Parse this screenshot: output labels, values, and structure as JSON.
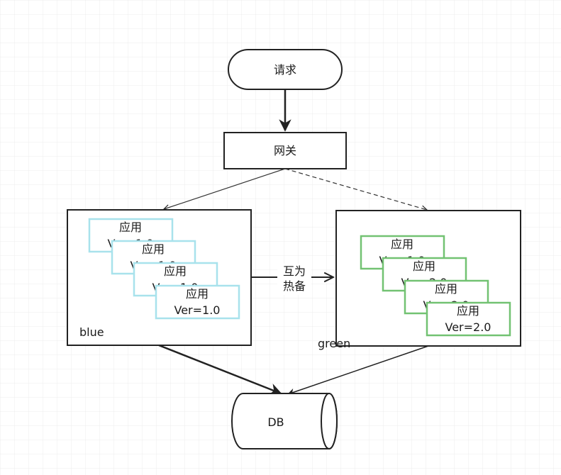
{
  "diagram": {
    "request_label": "请求",
    "gateway_label": "网关",
    "db_label": "DB",
    "mutual_line1": "互为",
    "mutual_line2": "热备",
    "blue": {
      "label": "blue",
      "cards": [
        {
          "title": "应用",
          "version": "Ver=1.0"
        },
        {
          "title": "应用",
          "version": "Ver=1.0"
        },
        {
          "title": "应用",
          "version": "Ver=1.0"
        },
        {
          "title": "应用",
          "version": "Ver=1.0"
        }
      ]
    },
    "green": {
      "label": "green",
      "cards": [
        {
          "title": "应用",
          "version": "Ver=1.0"
        },
        {
          "title": "应用",
          "version": "Ver=2.0"
        },
        {
          "title": "应用",
          "version": "Ver=2.0"
        },
        {
          "title": "应用",
          "version": "Ver=2.0"
        }
      ]
    },
    "colors": {
      "blue_card": "#a8e2ec",
      "green_card": "#72c272",
      "stroke": "#222222",
      "grid": "#ececec"
    }
  }
}
